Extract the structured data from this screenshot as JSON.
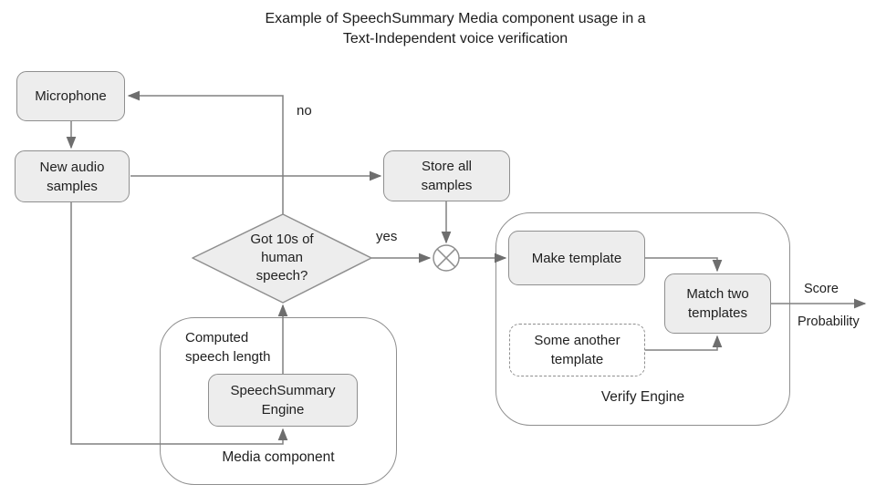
{
  "title": {
    "line1": "Example of SpeechSummary Media component usage in a",
    "line2": "Text-Independent voice verification"
  },
  "nodes": {
    "microphone": "Microphone",
    "new_audio_samples": "New audio samples",
    "store_all_samples": "Store all samples",
    "decision": "Got 10s of human speech?",
    "make_template": "Make template",
    "match_two_templates": "Match two templates",
    "some_another_template": "Some another template",
    "speechsummary_engine": "SpeechSummary Engine"
  },
  "containers": {
    "media_component": "Media component",
    "verify_engine": "Verify Engine"
  },
  "edge_labels": {
    "no": "no",
    "yes": "yes",
    "score": "Score",
    "probability": "Probability",
    "computed_speech_length": "Computed speech length"
  },
  "colors": {
    "node_fill": "#ededed",
    "node_border": "#8f8f8f",
    "connector": "#808080",
    "arrowhead": "#6e6e6e",
    "text": "#212121"
  }
}
